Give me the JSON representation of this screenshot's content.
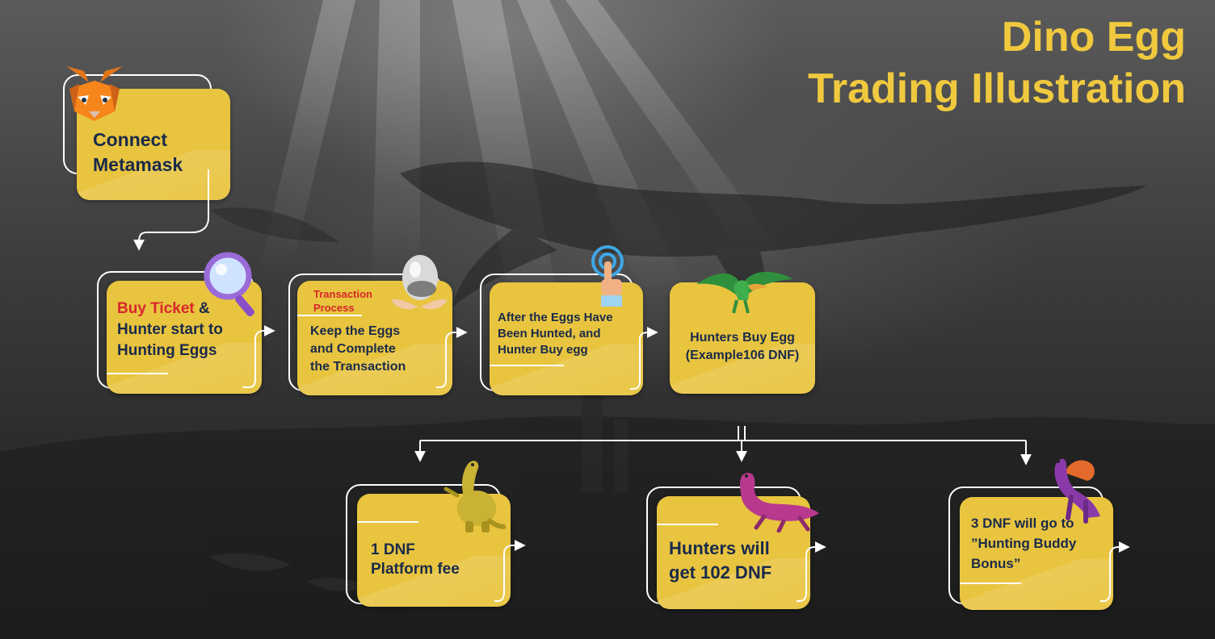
{
  "title": {
    "line1": "Dino Egg",
    "line2": "Trading Illustration"
  },
  "steps": {
    "connect": {
      "line1": "Connect",
      "line2": "Metamask",
      "icon": "metamask-fox-icon"
    },
    "buy_ticket": {
      "highlight": "Buy Ticket",
      "rest1": " &",
      "line2": "Hunter start to",
      "line3": "Hunting Eggs",
      "icon": "magnifier-icon"
    },
    "transaction": {
      "label1": "Transaction",
      "label2": "Process",
      "line1": "Keep the Eggs",
      "line2": "and Complete",
      "line3": "the Transaction",
      "icon": "egg-in-hands-icon"
    },
    "after_hunted": {
      "line1": "After the Eggs Have",
      "line2": "Been Hunted, and",
      "line3": "Hunter Buy egg",
      "icon": "tap-pointer-icon"
    },
    "hunters_buy": {
      "line1": "Hunters Buy Egg",
      "line2": "(Example106 DNF)",
      "icon": "pterodactyl-icon"
    }
  },
  "outcomes": {
    "platform_fee": {
      "line1": "1 DNF",
      "line2": "Platform fee",
      "icon": "yellow-dino-icon"
    },
    "hunters_get": {
      "line1": "Hunters will",
      "line2": "get 102 DNF",
      "icon": "plesiosaur-icon"
    },
    "buddy_bonus": {
      "line1": "3 DNF will go to",
      "line2": "”Hunting Buddy",
      "line3": "Bonus”",
      "icon": "purple-dino-icon"
    }
  },
  "colors": {
    "card": "#e8c43f",
    "title": "#f0c93f",
    "card_text": "#1a2a4a",
    "highlight_text": "#d8262b",
    "outline": "#ffffff"
  }
}
